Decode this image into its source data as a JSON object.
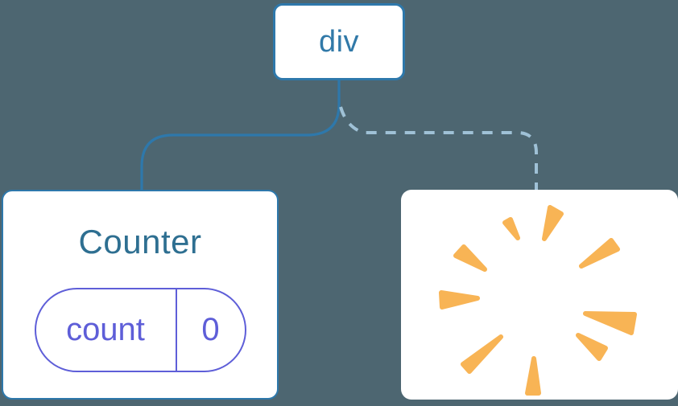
{
  "tree": {
    "root": {
      "label": "div"
    },
    "counter": {
      "title": "Counter",
      "state": {
        "key": "count",
        "value": "0"
      }
    },
    "removed": {
      "icon": "poof-icon"
    }
  },
  "connectors": [
    {
      "from": "div",
      "to": "Counter",
      "style": "solid"
    },
    {
      "from": "div",
      "to": "removed-slot",
      "style": "dashed"
    }
  ],
  "colors": {
    "background": "#4d6671",
    "card_bg": "#ffffff",
    "node_border_blue": "#2e78ab",
    "node_text_blue": "#3179a8",
    "title_teal": "#2e6f91",
    "state_indigo": "#5e5ed8",
    "dashed_line": "#9fc1d6",
    "poof_orange": "#f8b455"
  }
}
